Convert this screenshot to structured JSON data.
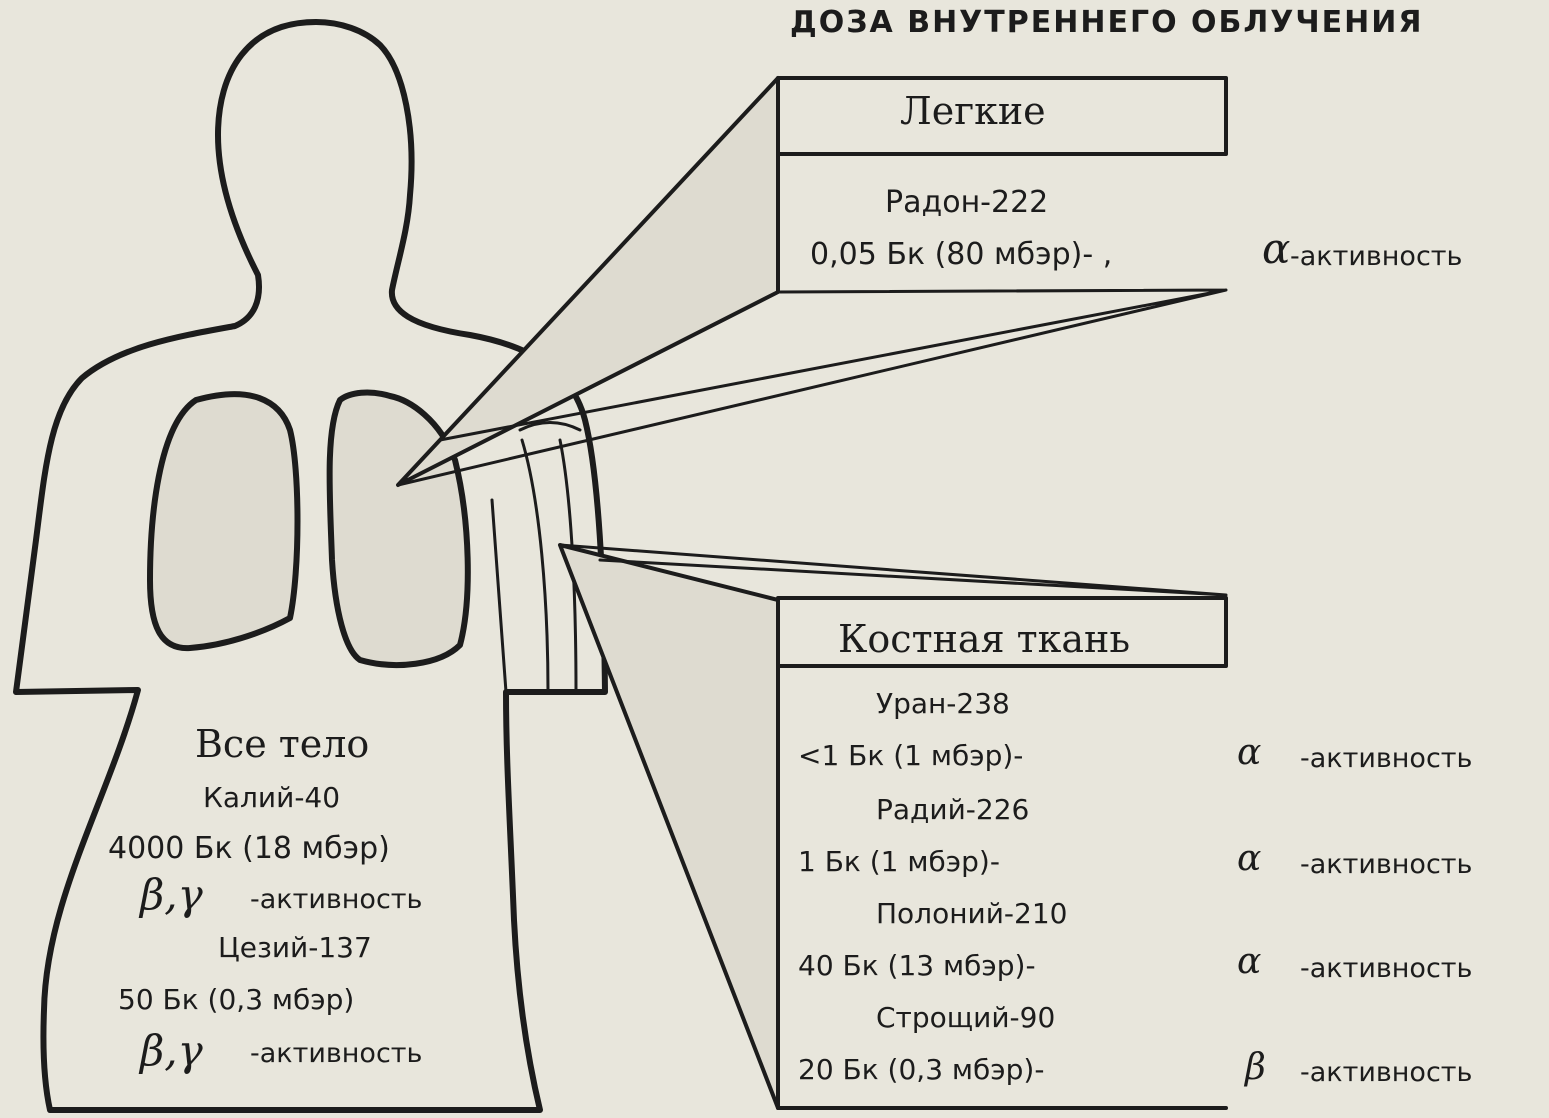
{
  "title": "ДОЗА ВНУТРЕННЕГО ОБЛУЧЕНИЯ",
  "lungs": {
    "label": "Легкие",
    "isotope": "Радон-222",
    "dose": "0,05 Бк (80 мбэр)- ,",
    "symbol": "α",
    "activity": "-активность"
  },
  "bone": {
    "label": "Костная ткань",
    "rows": [
      {
        "isotope": "Уран-238",
        "dose": "<1 Бк (1 мбэр)-",
        "symbol": "α",
        "activity": "-активность"
      },
      {
        "isotope": "Радий-226",
        "dose": "1 Бк (1 мбэр)-",
        "symbol": "α",
        "activity": "-активность"
      },
      {
        "isotope": "Полоний-210",
        "dose": "40 Бк (13 мбэр)-",
        "symbol": "α",
        "activity": "-активность"
      },
      {
        "isotope": "Строщий-90",
        "dose": "20 Бк (0,3 мбэр)-",
        "symbol": "β",
        "activity": "-активность"
      }
    ]
  },
  "body": {
    "label": "Все тело",
    "isotopes": [
      {
        "name": "Калий-40",
        "dose": "4000 Бк (18 мбэр)",
        "symbols": "β,γ",
        "activity": "-активность"
      },
      {
        "name": "Цезий-137",
        "dose": "50 Бк (0,3 мбэр)",
        "symbols": "β,γ",
        "activity": "-активность"
      }
    ]
  },
  "colors": {
    "ink": "#1c1c1c",
    "paper": "#e8e6dc",
    "lungFill": "#dedbd0"
  }
}
